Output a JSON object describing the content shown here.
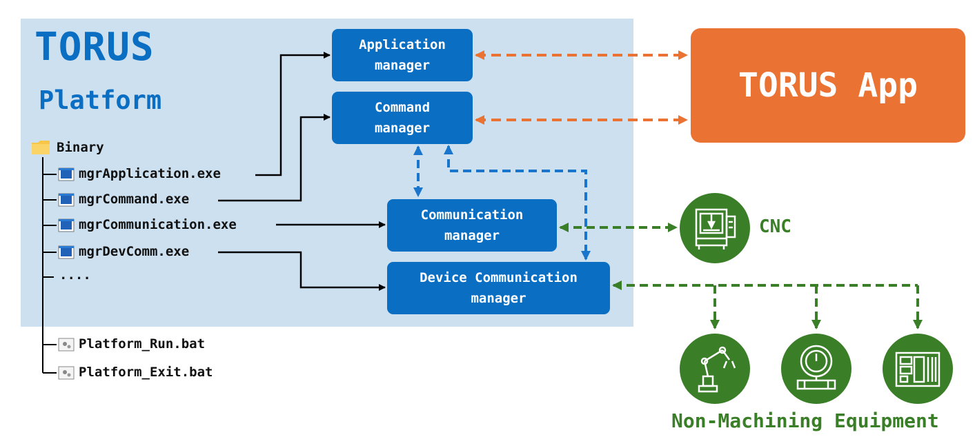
{
  "platform": {
    "title": "TORUS",
    "subtitle": "Platform"
  },
  "tree": {
    "folder": "Binary",
    "files": [
      "mgrApplication.exe",
      "mgrCommand.exe",
      "mgrCommunication.exe",
      "mgrDevComm.exe",
      "...."
    ],
    "scripts": [
      "Platform_Run.bat",
      "Platform_Exit.bat"
    ]
  },
  "managers": {
    "application": "Application manager",
    "command": "Command manager",
    "communication": "Communication manager",
    "device": "Device Communication manager"
  },
  "app": {
    "label": "TORUS App"
  },
  "equipment": {
    "cnc": "CNC",
    "non_machining": "Non-Machining Equipment",
    "icons": [
      "cnc-machine-icon",
      "robot-arm-icon",
      "pressure-gauge-icon",
      "control-panel-icon"
    ]
  },
  "colors": {
    "platform_bg": "#cce0f0",
    "manager_blue": "#0a6ec3",
    "app_orange": "#ea7233",
    "equipment_green": "#3a7f28",
    "link_blue": "#1a75cc"
  }
}
